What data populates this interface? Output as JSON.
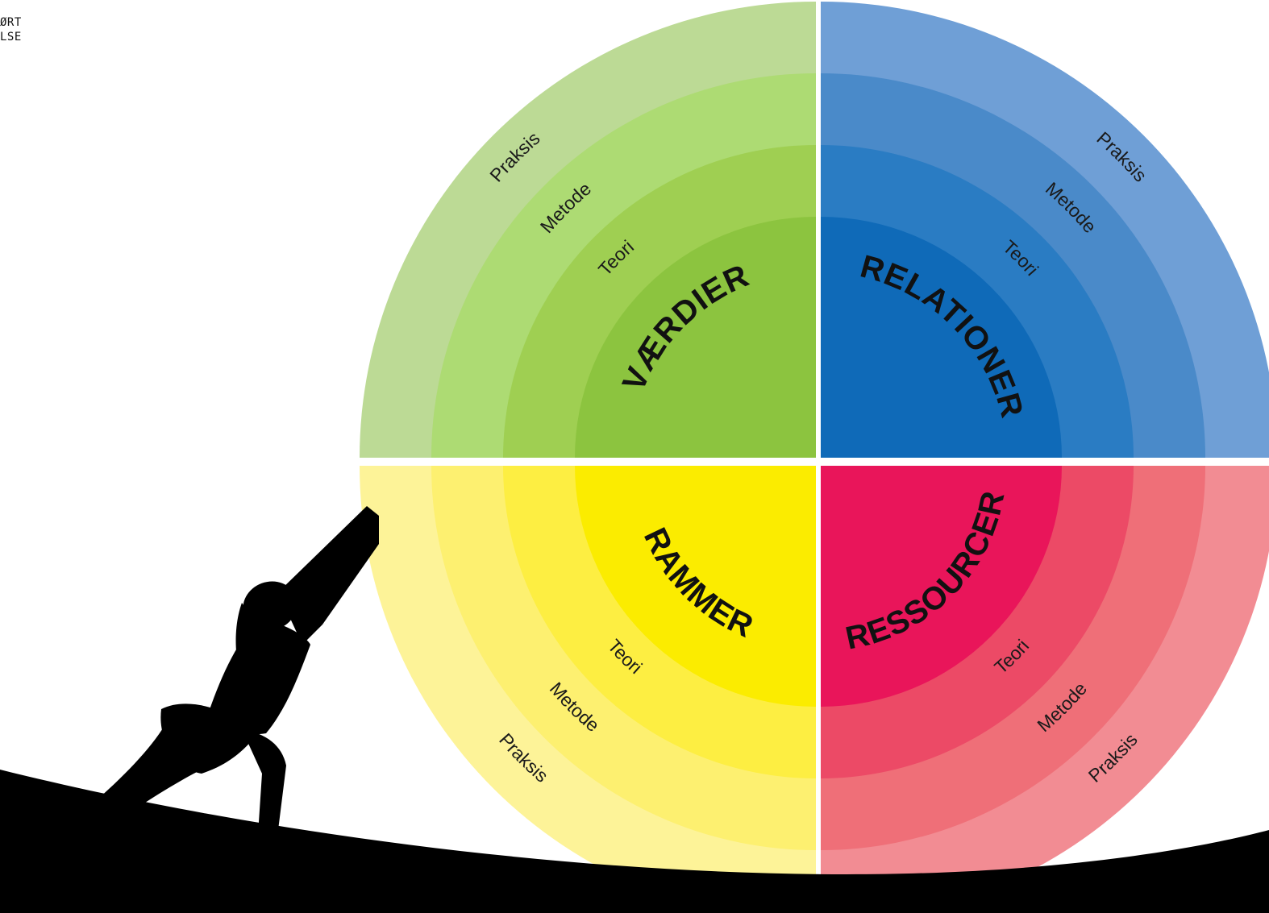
{
  "corner_text": [
    "ØRT",
    "LSE"
  ],
  "ring_labels": [
    "Teori",
    "Metode",
    "Praksis"
  ],
  "quadrants": [
    {
      "id": "vaerdier",
      "core_label": "VÆRDIER",
      "colors": [
        "#bcda95",
        "#addb73",
        "#9fcf52",
        "#8cc43f"
      ]
    },
    {
      "id": "relationer",
      "core_label": "RELATIONER",
      "colors": [
        "#6f9fd6",
        "#4a8ac9",
        "#2a7cc3",
        "#0f6ab8"
      ]
    },
    {
      "id": "rammer",
      "core_label": "RAMMER",
      "colors": [
        "#fdf398",
        "#fdf070",
        "#fdee42",
        "#fbec00"
      ]
    },
    {
      "id": "ressourcer",
      "core_label": "RESSOURCER",
      "colors": [
        "#f28c93",
        "#ef6f78",
        "#ec4a66",
        "#e9155a"
      ]
    }
  ]
}
